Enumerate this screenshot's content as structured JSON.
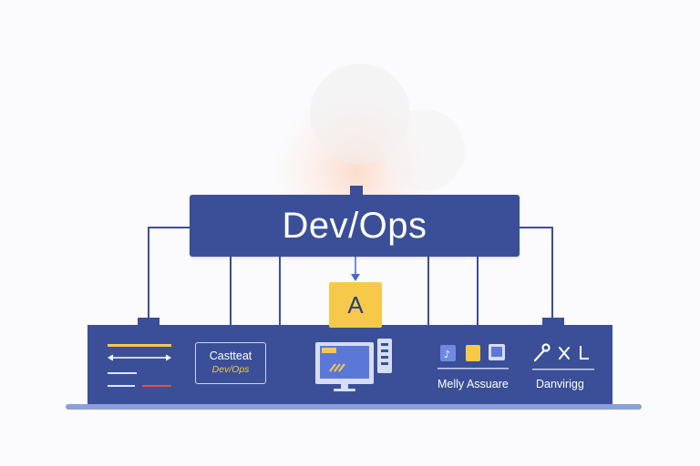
{
  "diagram": {
    "title": "Dev/Ops",
    "center_node_label": "A",
    "label_box": {
      "line1": "Castteat",
      "line2": "Dev/Ops"
    },
    "captions": {
      "right_group_1": "Melly Assuare",
      "right_group_2": "Danvirigg"
    },
    "icons": {
      "right_group_2": [
        "wrench-icon",
        "close-icon",
        "l-letter-icon"
      ]
    },
    "colors": {
      "panel": "#3a4f98",
      "accent_yellow": "#f7c94b",
      "accent_red": "#e5533c",
      "base_bar": "#8c9fd8"
    }
  }
}
